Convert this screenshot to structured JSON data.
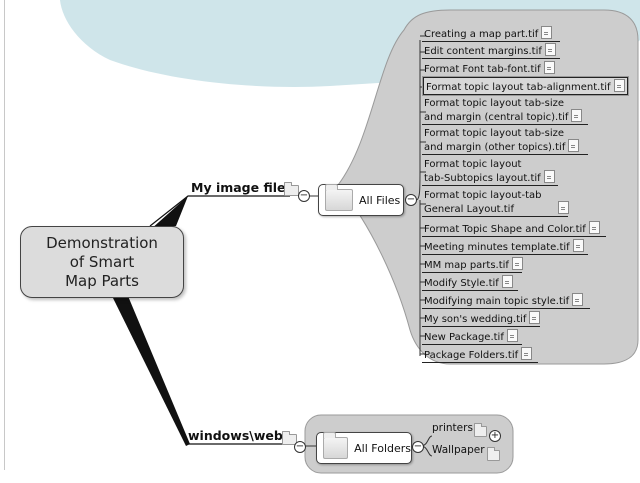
{
  "central": {
    "label": "Demonstration\nof Smart\nMap Parts"
  },
  "branches": [
    {
      "label": "My image files",
      "toggle": "−",
      "child": "All Files",
      "child_toggle": "−"
    },
    {
      "label": "windows\\web",
      "toggle": "−",
      "child": "All Folders",
      "child_toggle": "−"
    }
  ],
  "folders": [
    {
      "label": "printers",
      "toggle": "+"
    },
    {
      "label": "Wallpaper"
    }
  ],
  "files": [
    "Creating a map part.tif",
    "Edit content margins.tif",
    "Format Font tab-font.tif",
    "Format topic layout tab-alignment.tif",
    {
      "line1": "Format topic layout tab-size",
      "line2": "and margin (central topic).tif"
    },
    {
      "line1": "Format topic layout tab-size",
      "line2": "and margin (other topics).tif"
    },
    {
      "line1": "Format topic layout",
      "line2": "tab-Subtopics layout.tif"
    },
    {
      "line1": "Format topic layout-tab",
      "line2": "General Layout.tif"
    },
    "Format Topic Shape and Color.tif",
    "Meeting minutes template.tif",
    "MM map parts.tif",
    "Modify Style.tif",
    "Modifying main topic style.tif",
    "My son's wedding.tif",
    "New Package.tif",
    "Package Folders.tif"
  ]
}
